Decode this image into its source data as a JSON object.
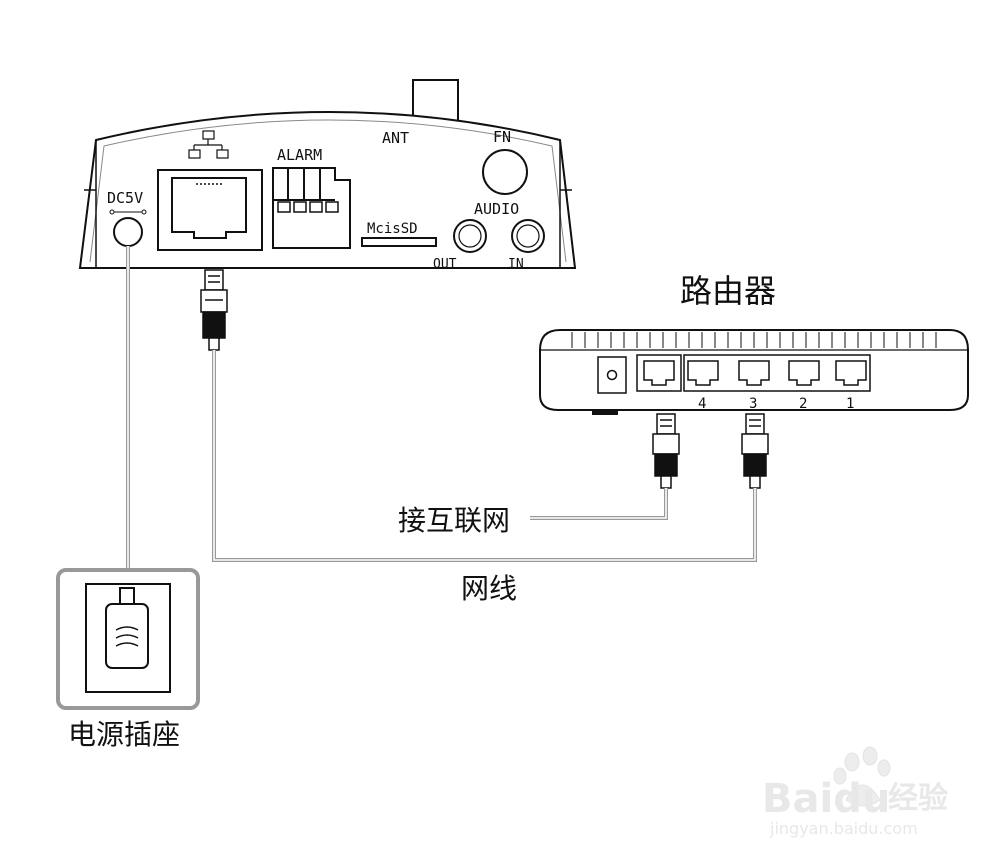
{
  "camera": {
    "power_label": "DC5V",
    "alarm_label": "ALARM",
    "antenna_label": "ANT",
    "fn_label": "FN",
    "audio_label": "AUDIO",
    "sd_label": "McisSD",
    "out_label": "OUT",
    "in_label": "IN"
  },
  "router": {
    "title": "路由器",
    "ports": [
      "4",
      "3",
      "2",
      "1"
    ]
  },
  "labels": {
    "internet": "接互联网",
    "network_cable": "网线",
    "power_socket": "电源插座"
  },
  "watermark": {
    "brand": "Baidu",
    "brand_cn": "经验",
    "url": "jingyan.baidu.com"
  }
}
